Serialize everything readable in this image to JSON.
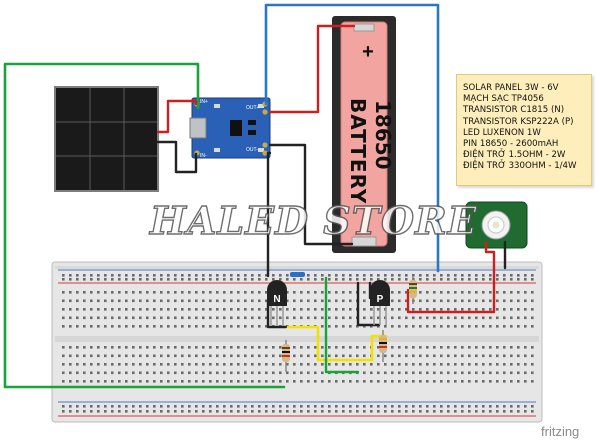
{
  "note": {
    "lines": [
      "SOLAR PANEL 3W - 6V",
      "MẠCH SẠC TP4056",
      "TRANSISTOR  C1815 (N)",
      "TRANSISTOR KSP222A (P)",
      "LED LUXENON 1W",
      "PIN 18650 - 2600mAH",
      "ĐIỆN TRỞ 1.5OHM - 2W",
      "ĐIỆN TRỞ 330OHM - 1/4W"
    ]
  },
  "battery": {
    "plus": "+",
    "label_line1": "18650",
    "label_line2": "BATTERY"
  },
  "charger": {
    "pin_in_plus": "IN+",
    "pin_in_minus": "IN-",
    "pin_out_plus": "OUT+",
    "pin_out_minus": "OUT-"
  },
  "transistors": {
    "npn_label": "N",
    "pnp_label": "P"
  },
  "watermark": "HALED STORE",
  "brand": "fritzing",
  "colors": {
    "red_wire": "#cc1f1f",
    "black_wire": "#222222",
    "blue_wire": "#2b78c2",
    "green_wire": "#1aa33a",
    "yellow_wire": "#f2e200",
    "battery_body": "#f2a5a0",
    "charger_board": "#2a61b6",
    "note_bg": "#fdeebb"
  }
}
